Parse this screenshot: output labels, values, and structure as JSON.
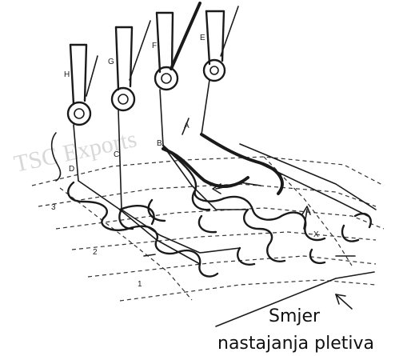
{
  "watermark": "TSC Exports",
  "needle_labels": [
    "H",
    "G",
    "F",
    "E"
  ],
  "course_labels": [
    "A",
    "B",
    "C",
    "D"
  ],
  "row_numbers": [
    "3",
    "2",
    "1"
  ],
  "x_marker": "X",
  "caption": {
    "line1": "Smjer",
    "line2": "nastajanja pletiva"
  }
}
